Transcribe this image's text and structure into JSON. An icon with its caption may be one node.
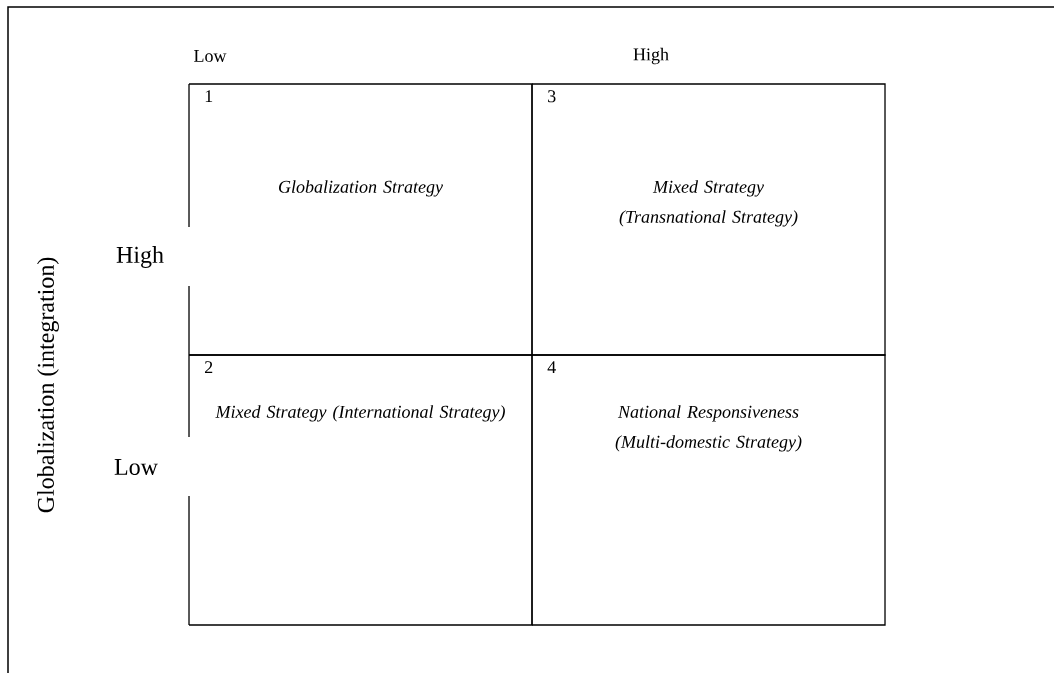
{
  "diagram": {
    "nodes": [
      {
        "text": [
          "1",
          "Globalization Strategy"
        ]
      },
      {
        "text": [
          "2",
          "Mixed Strategy (International Strategy)"
        ]
      },
      {
        "text": [
          "3",
          "Mixed Strategy (Transnational Strategy)"
        ]
      },
      {
        "text": [
          "4",
          "National Responsiveness (Multi-domestic Strategy)"
        ]
      }
    ],
    "edges": [],
    "labels": [
      "Low",
      "High",
      "Globalization (integration)",
      "High",
      "Low"
    ]
  }
}
